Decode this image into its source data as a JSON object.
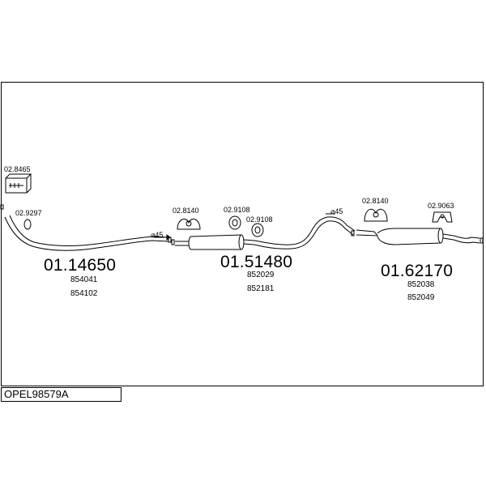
{
  "diagram_code": "OPEL98579A",
  "assemblies": [
    {
      "part_number": "01.14650",
      "refs": [
        "854041",
        "854102"
      ]
    },
    {
      "part_number": "01.51480",
      "refs": [
        "852029",
        "852181"
      ]
    },
    {
      "part_number": "01.62170",
      "refs": [
        "852038",
        "852049"
      ]
    }
  ],
  "accessories": {
    "clamp_kit": "02.8465",
    "ring_front": "02.9297",
    "hanger_mid_a": "02.8140",
    "hanger_mid_b": "02.9108",
    "hanger_mid_c": "02.9108",
    "hanger_rear_a": "02.8140",
    "hanger_rear_b": "02.9063"
  },
  "diameters": {
    "front": "⌀45",
    "rear": "⌀45"
  }
}
